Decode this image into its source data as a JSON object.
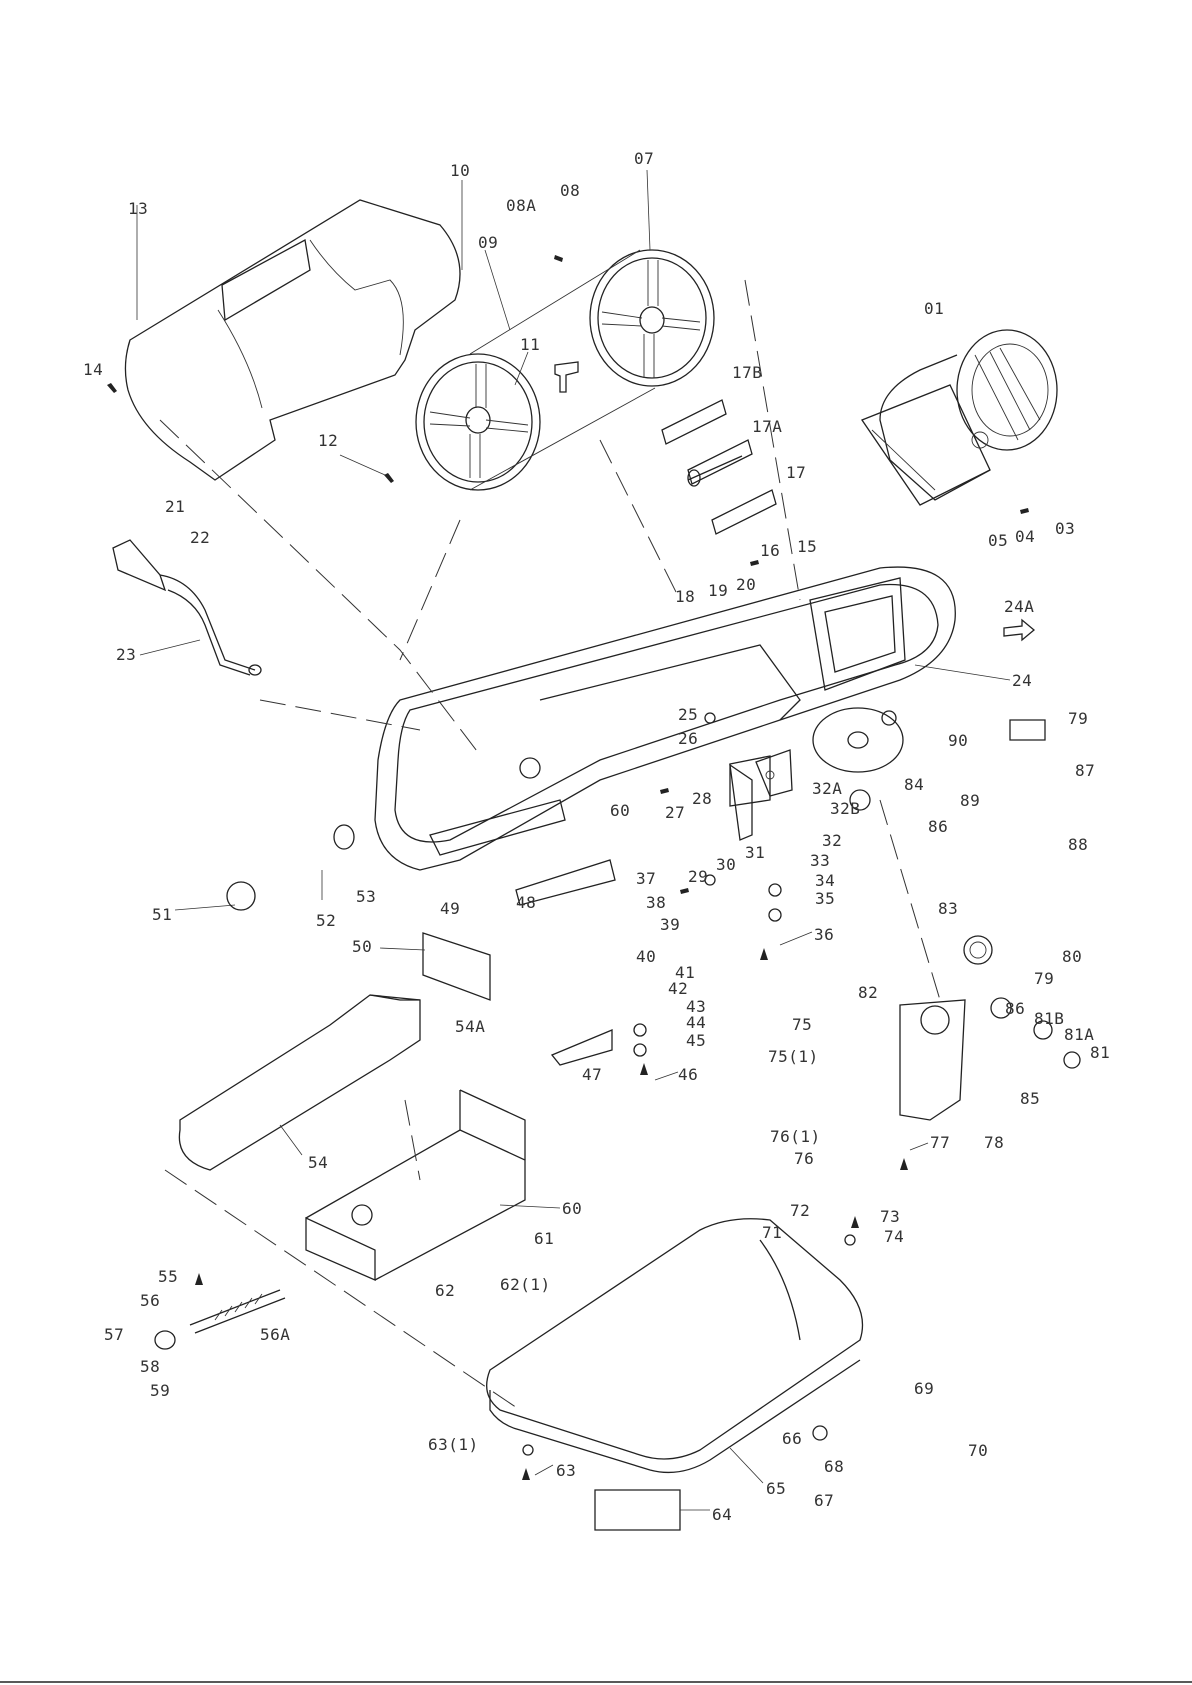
{
  "diagram": {
    "labels": [
      {
        "id": "l13",
        "text": "13"
      },
      {
        "id": "l10",
        "text": "10"
      },
      {
        "id": "l07",
        "text": "07"
      },
      {
        "id": "l08A",
        "text": "08A"
      },
      {
        "id": "l08",
        "text": "08"
      },
      {
        "id": "l09",
        "text": "09"
      },
      {
        "id": "l14",
        "text": "14"
      },
      {
        "id": "l11",
        "text": "11"
      },
      {
        "id": "l12",
        "text": "12"
      },
      {
        "id": "l17B",
        "text": "17B"
      },
      {
        "id": "l17A",
        "text": "17A"
      },
      {
        "id": "l17",
        "text": "17"
      },
      {
        "id": "l01",
        "text": "01"
      },
      {
        "id": "l05",
        "text": "05"
      },
      {
        "id": "l04",
        "text": "04"
      },
      {
        "id": "l03",
        "text": "03"
      },
      {
        "id": "l21",
        "text": "21"
      },
      {
        "id": "l22",
        "text": "22"
      },
      {
        "id": "l16",
        "text": "16"
      },
      {
        "id": "l15",
        "text": "15"
      },
      {
        "id": "l18",
        "text": "18"
      },
      {
        "id": "l19",
        "text": "19"
      },
      {
        "id": "l20",
        "text": "20"
      },
      {
        "id": "l23",
        "text": "23"
      },
      {
        "id": "l24A",
        "text": "24A"
      },
      {
        "id": "l24",
        "text": "24"
      },
      {
        "id": "l25",
        "text": "25"
      },
      {
        "id": "l26",
        "text": "26"
      },
      {
        "id": "l79a",
        "text": "79"
      },
      {
        "id": "l90",
        "text": "90"
      },
      {
        "id": "l87",
        "text": "87"
      },
      {
        "id": "l89",
        "text": "89"
      },
      {
        "id": "l27",
        "text": "27"
      },
      {
        "id": "l28",
        "text": "28"
      },
      {
        "id": "l32A",
        "text": "32A"
      },
      {
        "id": "l32B",
        "text": "32B"
      },
      {
        "id": "l84",
        "text": "84"
      },
      {
        "id": "l60a",
        "text": "60"
      },
      {
        "id": "l32",
        "text": "32"
      },
      {
        "id": "l31",
        "text": "31"
      },
      {
        "id": "l86a",
        "text": "86"
      },
      {
        "id": "l88",
        "text": "88"
      },
      {
        "id": "l29",
        "text": "29"
      },
      {
        "id": "l30",
        "text": "30"
      },
      {
        "id": "l33",
        "text": "33"
      },
      {
        "id": "l34",
        "text": "34"
      },
      {
        "id": "l35",
        "text": "35"
      },
      {
        "id": "l51",
        "text": "51"
      },
      {
        "id": "l52",
        "text": "52"
      },
      {
        "id": "l53",
        "text": "53"
      },
      {
        "id": "l48",
        "text": "48"
      },
      {
        "id": "l37",
        "text": "37"
      },
      {
        "id": "l38",
        "text": "38"
      },
      {
        "id": "l39",
        "text": "39"
      },
      {
        "id": "l36",
        "text": "36"
      },
      {
        "id": "l83",
        "text": "83"
      },
      {
        "id": "l49",
        "text": "49"
      },
      {
        "id": "l50",
        "text": "50"
      },
      {
        "id": "l40",
        "text": "40"
      },
      {
        "id": "l80",
        "text": "80"
      },
      {
        "id": "l41",
        "text": "41"
      },
      {
        "id": "l42",
        "text": "42"
      },
      {
        "id": "l79b",
        "text": "79"
      },
      {
        "id": "l82",
        "text": "82"
      },
      {
        "id": "l43",
        "text": "43"
      },
      {
        "id": "l44",
        "text": "44"
      },
      {
        "id": "l45",
        "text": "45"
      },
      {
        "id": "l47",
        "text": "47"
      },
      {
        "id": "l46",
        "text": "46"
      },
      {
        "id": "l54A",
        "text": "54A"
      },
      {
        "id": "l75",
        "text": "75"
      },
      {
        "id": "l86b",
        "text": "86"
      },
      {
        "id": "l81B",
        "text": "81B"
      },
      {
        "id": "l81A",
        "text": "81A"
      },
      {
        "id": "l81",
        "text": "81"
      },
      {
        "id": "l75_1",
        "text": "75(1)"
      },
      {
        "id": "l85",
        "text": "85"
      },
      {
        "id": "l76_1",
        "text": "76(1)"
      },
      {
        "id": "l76",
        "text": "76"
      },
      {
        "id": "l77",
        "text": "77"
      },
      {
        "id": "l78",
        "text": "78"
      },
      {
        "id": "l54",
        "text": "54"
      },
      {
        "id": "l60b",
        "text": "60"
      },
      {
        "id": "l72",
        "text": "72"
      },
      {
        "id": "l73",
        "text": "73"
      },
      {
        "id": "l71",
        "text": "71"
      },
      {
        "id": "l74",
        "text": "74"
      },
      {
        "id": "l61",
        "text": "61"
      },
      {
        "id": "l55",
        "text": "55"
      },
      {
        "id": "l62",
        "text": "62"
      },
      {
        "id": "l62_1",
        "text": "62(1)"
      },
      {
        "id": "l56",
        "text": "56"
      },
      {
        "id": "l56A",
        "text": "56A"
      },
      {
        "id": "l57",
        "text": "57"
      },
      {
        "id": "l58",
        "text": "58"
      },
      {
        "id": "l59",
        "text": "59"
      },
      {
        "id": "l69",
        "text": "69"
      },
      {
        "id": "l70",
        "text": "70"
      },
      {
        "id": "l66",
        "text": "66"
      },
      {
        "id": "l63_1",
        "text": "63(1)"
      },
      {
        "id": "l68",
        "text": "68"
      },
      {
        "id": "l63",
        "text": "63"
      },
      {
        "id": "l65",
        "text": "65"
      },
      {
        "id": "l67",
        "text": "67"
      },
      {
        "id": "l64",
        "text": "64"
      }
    ]
  }
}
